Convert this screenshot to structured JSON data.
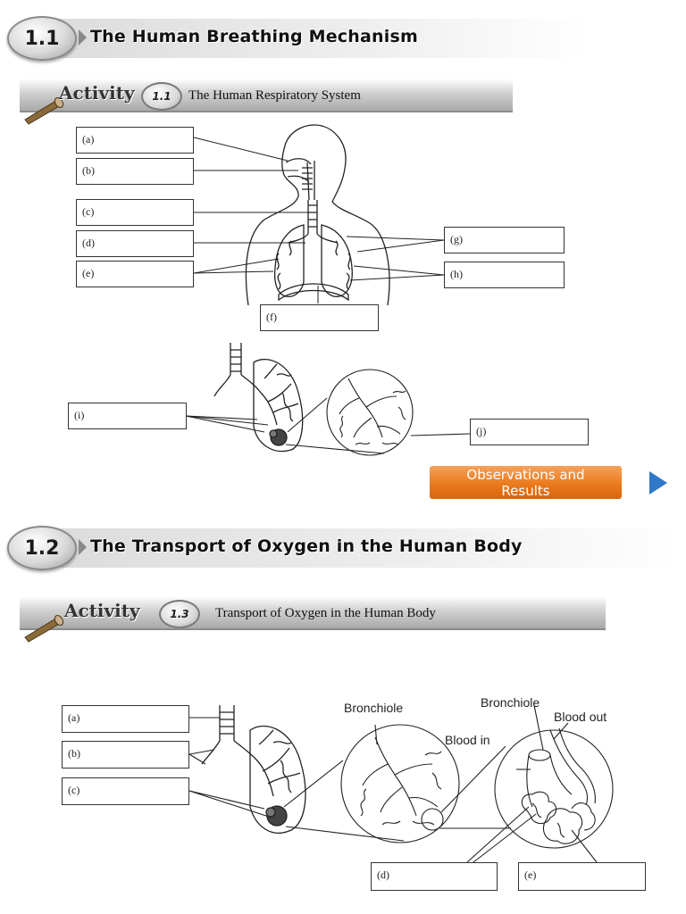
{
  "section1": {
    "number": "1.1",
    "title": "The Human Breathing Mechanism"
  },
  "activity1": {
    "word": "Activity",
    "number": "1.1",
    "title": "The Human Respiratory System"
  },
  "diagram1_labels": {
    "a": "(a)",
    "b": "(b)",
    "c": "(c)",
    "d": "(d)",
    "e": "(e)",
    "f": "(f)",
    "g": "(g)",
    "h": "(h)",
    "i": "(i)",
    "j": "(j)"
  },
  "observations_button": {
    "line1": "Observations and",
    "line2": "Results"
  },
  "section2": {
    "number": "1.2",
    "title": "The Transport of Oxygen in the Human Body"
  },
  "activity2": {
    "word": "Activity",
    "number": "1.3",
    "title": "Transport of Oxygen in the Human Body"
  },
  "diagram2_labels": {
    "a": "(a)",
    "b": "(b)",
    "c": "(c)",
    "d": "(d)",
    "e": "(e)"
  },
  "diagram2_text": {
    "bronchiole_left": "Bronchiole",
    "bronchiole_right": "Bronchiole",
    "blood_out": "Blood out",
    "blood_in": "Blood in"
  },
  "colors": {
    "accent_orange": "#ea7a1e",
    "arrow_blue": "#2f79c8"
  },
  "icons": {
    "telescope": "telescope-icon",
    "next": "next-arrow-icon"
  }
}
